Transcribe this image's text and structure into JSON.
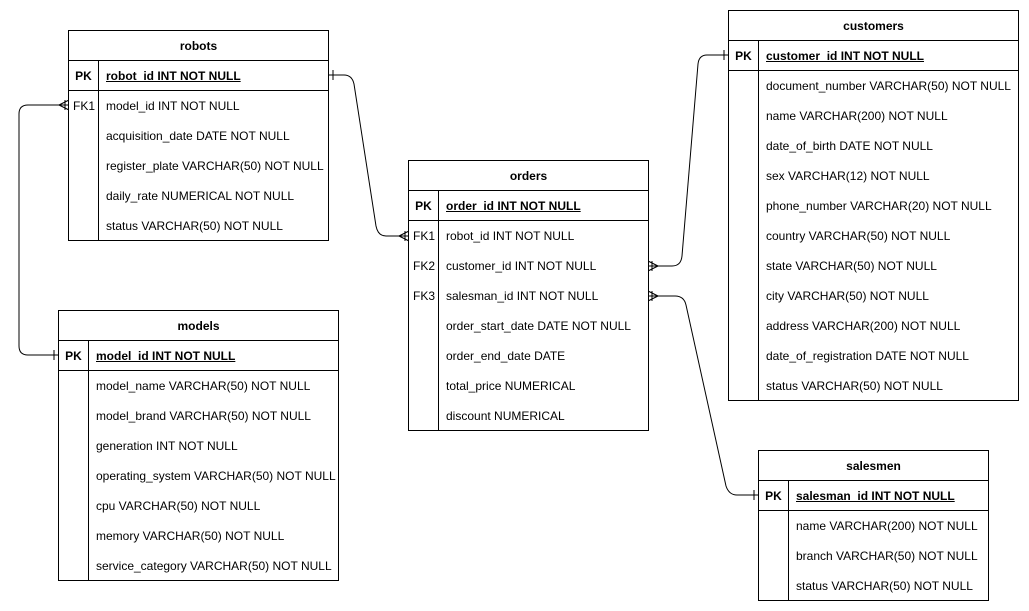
{
  "entities": {
    "robots": {
      "name": "robots",
      "pk": {
        "key": "PK",
        "field": "robot_id INT NOT NULL"
      },
      "fields": [
        {
          "key": "FK1",
          "field": "model_id INT NOT NULL"
        },
        {
          "key": "",
          "field": "acquisition_date DATE NOT NULL"
        },
        {
          "key": "",
          "field": "register_plate VARCHAR(50) NOT NULL"
        },
        {
          "key": "",
          "field": "daily_rate NUMERICAL NOT NULL"
        },
        {
          "key": "",
          "field": "status VARCHAR(50) NOT NULL"
        }
      ]
    },
    "models": {
      "name": "models",
      "pk": {
        "key": "PK",
        "field": "model_id INT NOT NULL"
      },
      "fields": [
        {
          "key": "",
          "field": "model_name VARCHAR(50) NOT NULL"
        },
        {
          "key": "",
          "field": "model_brand VARCHAR(50) NOT NULL"
        },
        {
          "key": "",
          "field": "generation INT NOT NULL"
        },
        {
          "key": "",
          "field": "operating_system VARCHAR(50) NOT NULL"
        },
        {
          "key": "",
          "field": "cpu VARCHAR(50) NOT NULL"
        },
        {
          "key": "",
          "field": "memory VARCHAR(50) NOT NULL"
        },
        {
          "key": "",
          "field": "service_category VARCHAR(50) NOT NULL"
        }
      ]
    },
    "orders": {
      "name": "orders",
      "pk": {
        "key": "PK",
        "field": "order_id INT NOT NULL"
      },
      "fields": [
        {
          "key": "FK1",
          "field": "robot_id INT NOT NULL"
        },
        {
          "key": "FK2",
          "field": "customer_id INT NOT NULL"
        },
        {
          "key": "FK3",
          "field": "salesman_id INT NOT NULL"
        },
        {
          "key": "",
          "field": "order_start_date DATE NOT NULL"
        },
        {
          "key": "",
          "field": "order_end_date DATE"
        },
        {
          "key": "",
          "field": "total_price NUMERICAL"
        },
        {
          "key": "",
          "field": "discount NUMERICAL"
        }
      ]
    },
    "customers": {
      "name": "customers",
      "pk": {
        "key": "PK",
        "field": "customer_id INT NOT NULL"
      },
      "fields": [
        {
          "key": "",
          "field": "document_number VARCHAR(50) NOT NULL"
        },
        {
          "key": "",
          "field": "name VARCHAR(200) NOT NULL"
        },
        {
          "key": "",
          "field": "date_of_birth DATE NOT NULL"
        },
        {
          "key": "",
          "field": "sex VARCHAR(12) NOT NULL"
        },
        {
          "key": "",
          "field": "phone_number VARCHAR(20) NOT NULL"
        },
        {
          "key": "",
          "field": "country VARCHAR(50) NOT NULL"
        },
        {
          "key": "",
          "field": "state VARCHAR(50) NOT NULL"
        },
        {
          "key": "",
          "field": "city VARCHAR(50) NOT NULL"
        },
        {
          "key": "",
          "field": "address VARCHAR(200) NOT NULL"
        },
        {
          "key": "",
          "field": "date_of_registration DATE NOT NULL"
        },
        {
          "key": "",
          "field": "status VARCHAR(50) NOT NULL"
        }
      ]
    },
    "salesmen": {
      "name": "salesmen",
      "pk": {
        "key": "PK",
        "field": "salesman_id INT NOT NULL"
      },
      "fields": [
        {
          "key": "",
          "field": "name VARCHAR(200) NOT NULL"
        },
        {
          "key": "",
          "field": "branch VARCHAR(50) NOT NULL"
        },
        {
          "key": "",
          "field": "status VARCHAR(50) NOT NULL"
        }
      ]
    }
  },
  "relationships": [
    {
      "from": "robots.robot_id",
      "to": "orders.robot_id",
      "from_end": "one",
      "to_end": "many"
    },
    {
      "from": "models.model_id",
      "to": "robots.model_id",
      "from_end": "one",
      "to_end": "many"
    },
    {
      "from": "customers.customer_id",
      "to": "orders.customer_id",
      "from_end": "one",
      "to_end": "many"
    },
    {
      "from": "salesmen.salesman_id",
      "to": "orders.salesman_id",
      "from_end": "one",
      "to_end": "many"
    }
  ],
  "colors": {
    "line": "#000000",
    "background": "#ffffff"
  }
}
